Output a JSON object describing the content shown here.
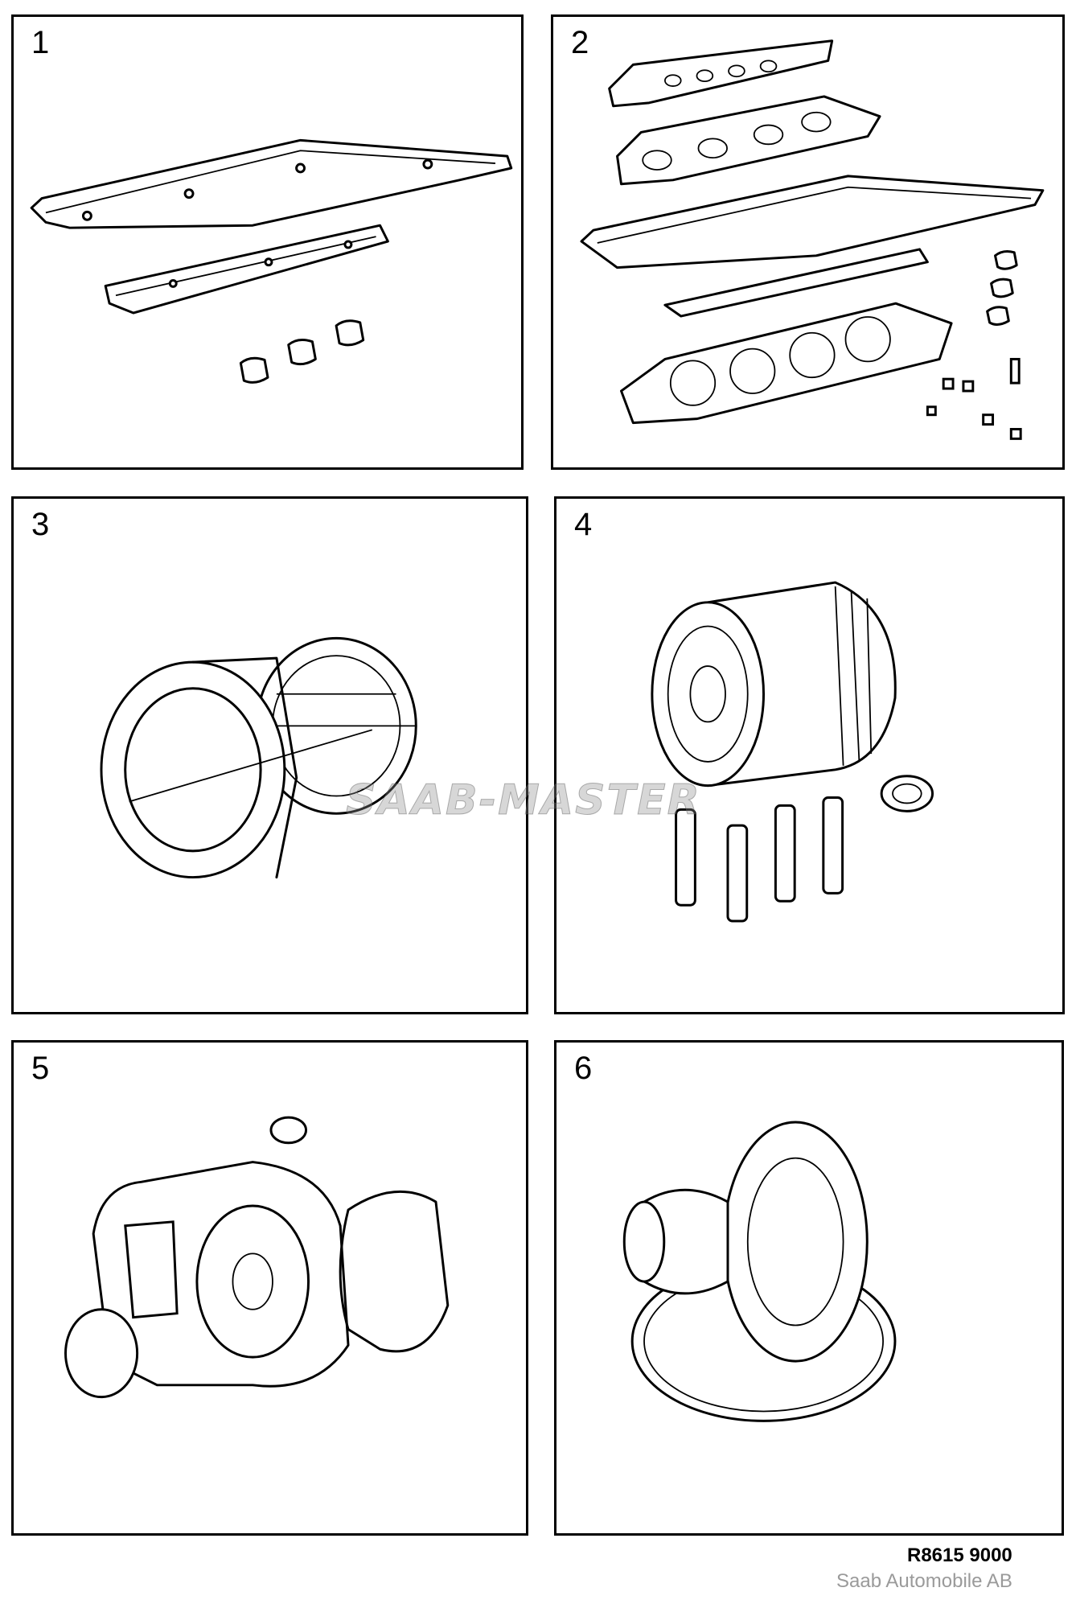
{
  "panels": [
    {
      "number": "1"
    },
    {
      "number": "2"
    },
    {
      "number": "3"
    },
    {
      "number": "4"
    },
    {
      "number": "5"
    },
    {
      "number": "6"
    }
  ],
  "watermark": "SAAB-MASTER",
  "reference_code": "R8615 9000",
  "copyright": "Saab Automobile AB"
}
